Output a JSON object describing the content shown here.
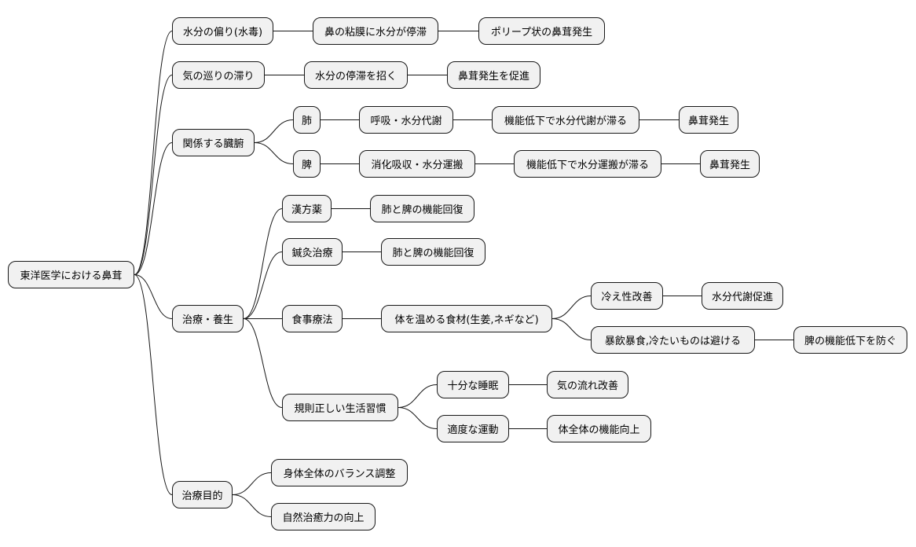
{
  "root": {
    "text": "東洋医学における鼻茸",
    "children": [
      {
        "text": "水分の偏り(水毒)",
        "children": [
          {
            "text": "鼻の粘膜に水分が停滞",
            "children": [
              {
                "text": "ポリープ状の鼻茸発生"
              }
            ]
          }
        ]
      },
      {
        "text": "気の巡りの滞り",
        "children": [
          {
            "text": "水分の停滞を招く",
            "children": [
              {
                "text": "鼻茸発生を促進"
              }
            ]
          }
        ]
      },
      {
        "text": "関係する臓腑",
        "children": [
          {
            "text": "肺",
            "children": [
              {
                "text": "呼吸・水分代謝",
                "children": [
                  {
                    "text": "機能低下で水分代謝が滞る",
                    "children": [
                      {
                        "text": "鼻茸発生"
                      }
                    ]
                  }
                ]
              }
            ]
          },
          {
            "text": "脾",
            "children": [
              {
                "text": "消化吸収・水分運搬",
                "children": [
                  {
                    "text": "機能低下で水分運搬が滞る",
                    "children": [
                      {
                        "text": "鼻茸発生"
                      }
                    ]
                  }
                ]
              }
            ]
          }
        ]
      },
      {
        "text": "治療・養生",
        "children": [
          {
            "text": "漢方薬",
            "children": [
              {
                "text": "肺と脾の機能回復"
              }
            ]
          },
          {
            "text": "鍼灸治療",
            "children": [
              {
                "text": "肺と脾の機能回復"
              }
            ]
          },
          {
            "text": "食事療法",
            "children": [
              {
                "text": "体を温める食材(生姜,ネギなど)",
                "children": [
                  {
                    "text": "冷え性改善",
                    "children": [
                      {
                        "text": "水分代謝促進"
                      }
                    ]
                  },
                  {
                    "text": "暴飲暴食,冷たいものは避ける",
                    "children": [
                      {
                        "text": "脾の機能低下を防ぐ"
                      }
                    ]
                  }
                ]
              }
            ]
          },
          {
            "text": "規則正しい生活習慣",
            "children": [
              {
                "text": "十分な睡眠",
                "children": [
                  {
                    "text": "気の流れ改善"
                  }
                ]
              },
              {
                "text": "適度な運動",
                "children": [
                  {
                    "text": "体全体の機能向上"
                  }
                ]
              }
            ]
          }
        ]
      },
      {
        "text": "治療目的",
        "children": [
          {
            "text": "身体全体のバランス調整"
          },
          {
            "text": "自然治癒力の向上"
          }
        ]
      }
    ]
  }
}
